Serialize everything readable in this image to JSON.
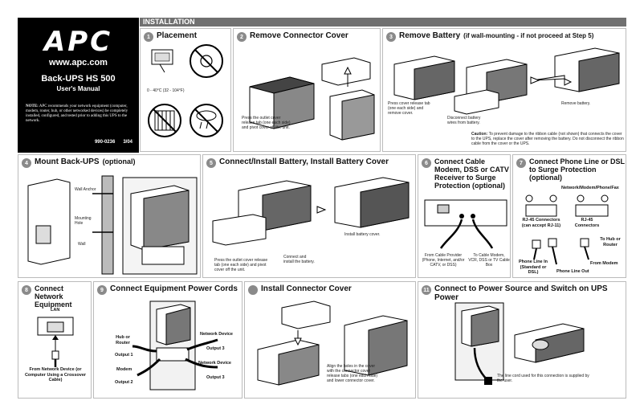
{
  "brand": {
    "logo": "APC",
    "website": "www.apc.com",
    "product": "Back-UPS HS 500",
    "manual": "User's Manual",
    "note_label": "NOTE:",
    "note": "APC recommends your network equipment (computer, modem, router, hub, or other networked devices) be completely installed, configured, and tested prior to adding this UPS to the network.",
    "doc_number": "990-0236",
    "doc_date": "3/04"
  },
  "header": {
    "title": "INSTALLATION"
  },
  "steps": {
    "s1": {
      "num": "1",
      "title": "Placement",
      "temp": "0 - 40°C (32 - 104°F)"
    },
    "s2": {
      "num": "2",
      "title": "Remove Connector Cover",
      "caption": "Press the outlet cover release tab (one each side) and pivot cover off the unit."
    },
    "s3": {
      "num": "3",
      "title": "Remove Battery",
      "subtitle": "(if wall-mounting - if not proceed at Step 5)",
      "cap_press": "Press cover release tab (one each side) and remove cover.",
      "cap_disconnect": "Disconnect battery wires from battery.",
      "cap_remove": "Remove battery.",
      "caution_label": "Caution:",
      "caution": "To prevent damage to the ribbon cable (not shown) that connects the cover to the UPS, replace the cover after removing the battery. Do not disconnect the ribbon cable from the cover or the UPS."
    },
    "s4": {
      "num": "4",
      "title": "Mount Back-UPS",
      "subtitle": "(optional)",
      "wall_anchor": "Wall Anchor",
      "mounting_hole": "Mounting Hole",
      "wall": "Wall"
    },
    "s5": {
      "num": "5",
      "title": "Connect/Install Battery, Install Battery Cover",
      "cap_outlet": "Press the outlet cover release tab (one each side) and pivot cover off the unit.",
      "cap_connect": "Connect and install the battery.",
      "cap_cover": "Install battery cover."
    },
    "s6": {
      "num": "6",
      "title": "Connect Cable Modem, DSS or CATV Receiver to Surge Protection",
      "subtitle": "(optional)",
      "from_provider": "From Cable Provider (Phone, Internet, and/or CATV, or DSS)",
      "to_modem": "To Cable Modem, VCR, DSS or TV Cable Box"
    },
    "s7": {
      "num": "7",
      "title": "Connect Phone Line or DSL to Surge Protection",
      "subtitle": "(optional)",
      "network_label": "Network/Modem/Phone/Fax",
      "rj45_a": "RJ-45 Connectors (can accept RJ-11)",
      "rj45_b": "RJ-45 Connectors",
      "to_hub": "To Hub or Router",
      "phone_in": "Phone Line In (Standard or DSL)",
      "from_modem": "From Modem",
      "phone_out": "Phone Line Out"
    },
    "s8": {
      "num": "8",
      "title": "Connect Network Equipment",
      "lan": "LAN",
      "from_device": "From Network Device (or Computer Using a Crossover Cable)"
    },
    "s9": {
      "num": "9",
      "title": "Connect Equipment Power Cords",
      "hub": "Hub or Router",
      "output1": "Output 1",
      "modem": "Modem",
      "output2": "Output 2",
      "netdev_a": "Network Device",
      "output3_a": "Output 3",
      "netdev_b": "Network Device",
      "output3_b": "Output 3"
    },
    "s10": {
      "title": "Install Connector Cover",
      "caption": "Align the holes in the cover with the connector cover release tabs (one each side) and lower connector cover."
    },
    "s11": {
      "num": "11",
      "title": "Connect to Power Source and Switch on UPS Power",
      "caption": "The line cord used for this connection is supplied by the user."
    }
  }
}
